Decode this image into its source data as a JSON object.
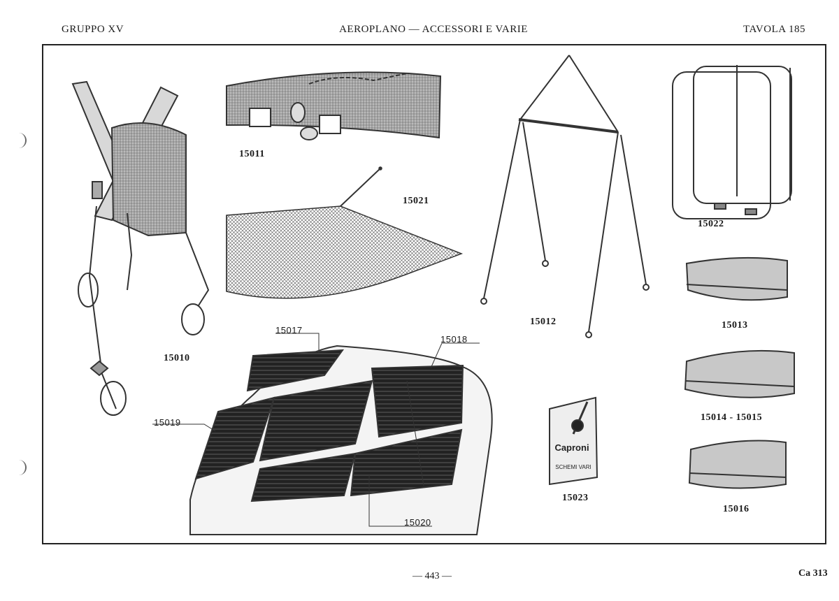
{
  "header": {
    "group": "GRUPPO XV",
    "title": "AEROPLANO — ACCESSORI E VARIE",
    "plate": "TAVOLA 185"
  },
  "parts": {
    "p15010": "15010",
    "p15011": "15011",
    "p15012": "15012",
    "p15013": "15013",
    "p15014_15015": "15014 - 15015",
    "p15016": "15016",
    "p15017": "15017",
    "p15018": "15018",
    "p15019": "15019",
    "p15020": "15020",
    "p15021": "15021",
    "p15022": "15022",
    "p15023": "15023"
  },
  "sign": {
    "brand": "Caproni",
    "caption": "SCHEMI VARI"
  },
  "footer": {
    "page": "— 443 —",
    "code": "Ca 313"
  }
}
